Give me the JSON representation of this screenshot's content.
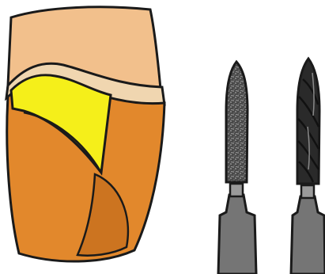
{
  "illustration": {
    "parts": [
      {
        "id": "tooth-section",
        "kind": "tooth cross-section"
      },
      {
        "id": "diamond-bur",
        "kind": "diamond bur"
      },
      {
        "id": "carbide-bur",
        "kind": "spiral carbide bur"
      }
    ]
  },
  "colors": {
    "background": "#ffffff",
    "outline": "#1a1a1a",
    "upper_tissue": "#f2c08c",
    "gum_band": "#f0d6b0",
    "yellow_layer": "#f5ef1a",
    "tooth_body": "#e2882c",
    "tooth_body_dark": "#cc7420",
    "bur_shank": "#757575",
    "bur_shank_light": "#9a9a9a",
    "bur_head": "#454545",
    "bur_head_dark": "#2a2a2a"
  }
}
